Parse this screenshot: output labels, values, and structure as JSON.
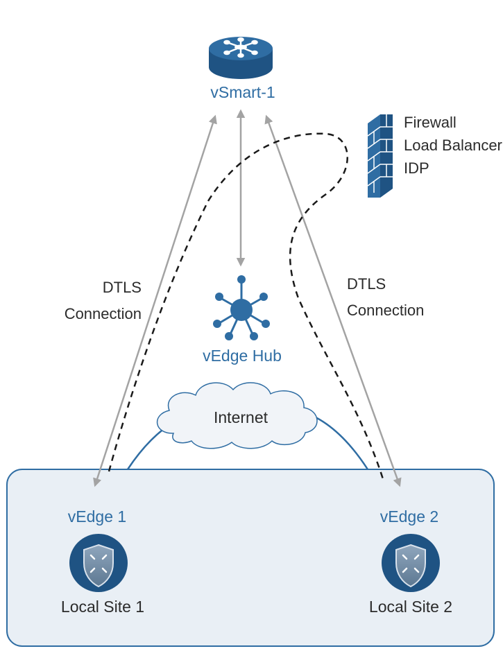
{
  "nodes": {
    "vsmart": {
      "label": "vSmart-1"
    },
    "hub": {
      "label": "vEdge Hub"
    },
    "vedge1": {
      "label": "vEdge 1",
      "site": "Local Site 1"
    },
    "vedge2": {
      "label": "vEdge 2",
      "site": "Local Site 2"
    }
  },
  "cloud": {
    "label": "Internet"
  },
  "firewall": {
    "lines": [
      "Firewall",
      "Load Balancer",
      "IDP"
    ]
  },
  "connections": {
    "left": {
      "line1": "DTLS",
      "line2": "Connection"
    },
    "right": {
      "line1": "DTLS",
      "line2": "Connection"
    }
  },
  "colors": {
    "accent": "#2f6da3",
    "device_dark": "#1f5383",
    "site_box_fill": "#e9eff5",
    "site_box_stroke": "#2f6da3",
    "arrow": "#a3a3a3",
    "dashed": "#1a1a1a"
  }
}
